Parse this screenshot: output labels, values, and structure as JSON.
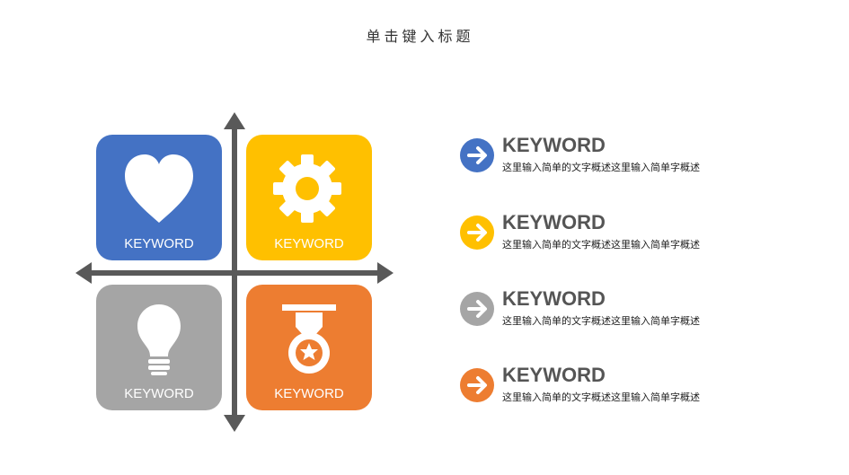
{
  "title": "单击键入标题",
  "colors": {
    "blue": "#4472C4",
    "yellow": "#FFC000",
    "gray": "#A5A5A5",
    "orange": "#ED7D31",
    "axis": "#595959"
  },
  "tiles": [
    {
      "label": "KEYWORD",
      "icon": "heart-icon"
    },
    {
      "label": "KEYWORD",
      "icon": "gear-icon"
    },
    {
      "label": "KEYWORD",
      "icon": "lightbulb-icon"
    },
    {
      "label": "KEYWORD",
      "icon": "medal-icon"
    }
  ],
  "items": [
    {
      "keyword": "KEYWORD",
      "description": "这里输入简单的文字概述这里输入简单字概述"
    },
    {
      "keyword": "KEYWORD",
      "description": "这里输入简单的文字概述这里输入简单字概述"
    },
    {
      "keyword": "KEYWORD",
      "description": "这里输入简单的文字概述这里输入简单字概述"
    },
    {
      "keyword": "KEYWORD",
      "description": "这里输入简单的文字概述这里输入简单字概述"
    }
  ]
}
